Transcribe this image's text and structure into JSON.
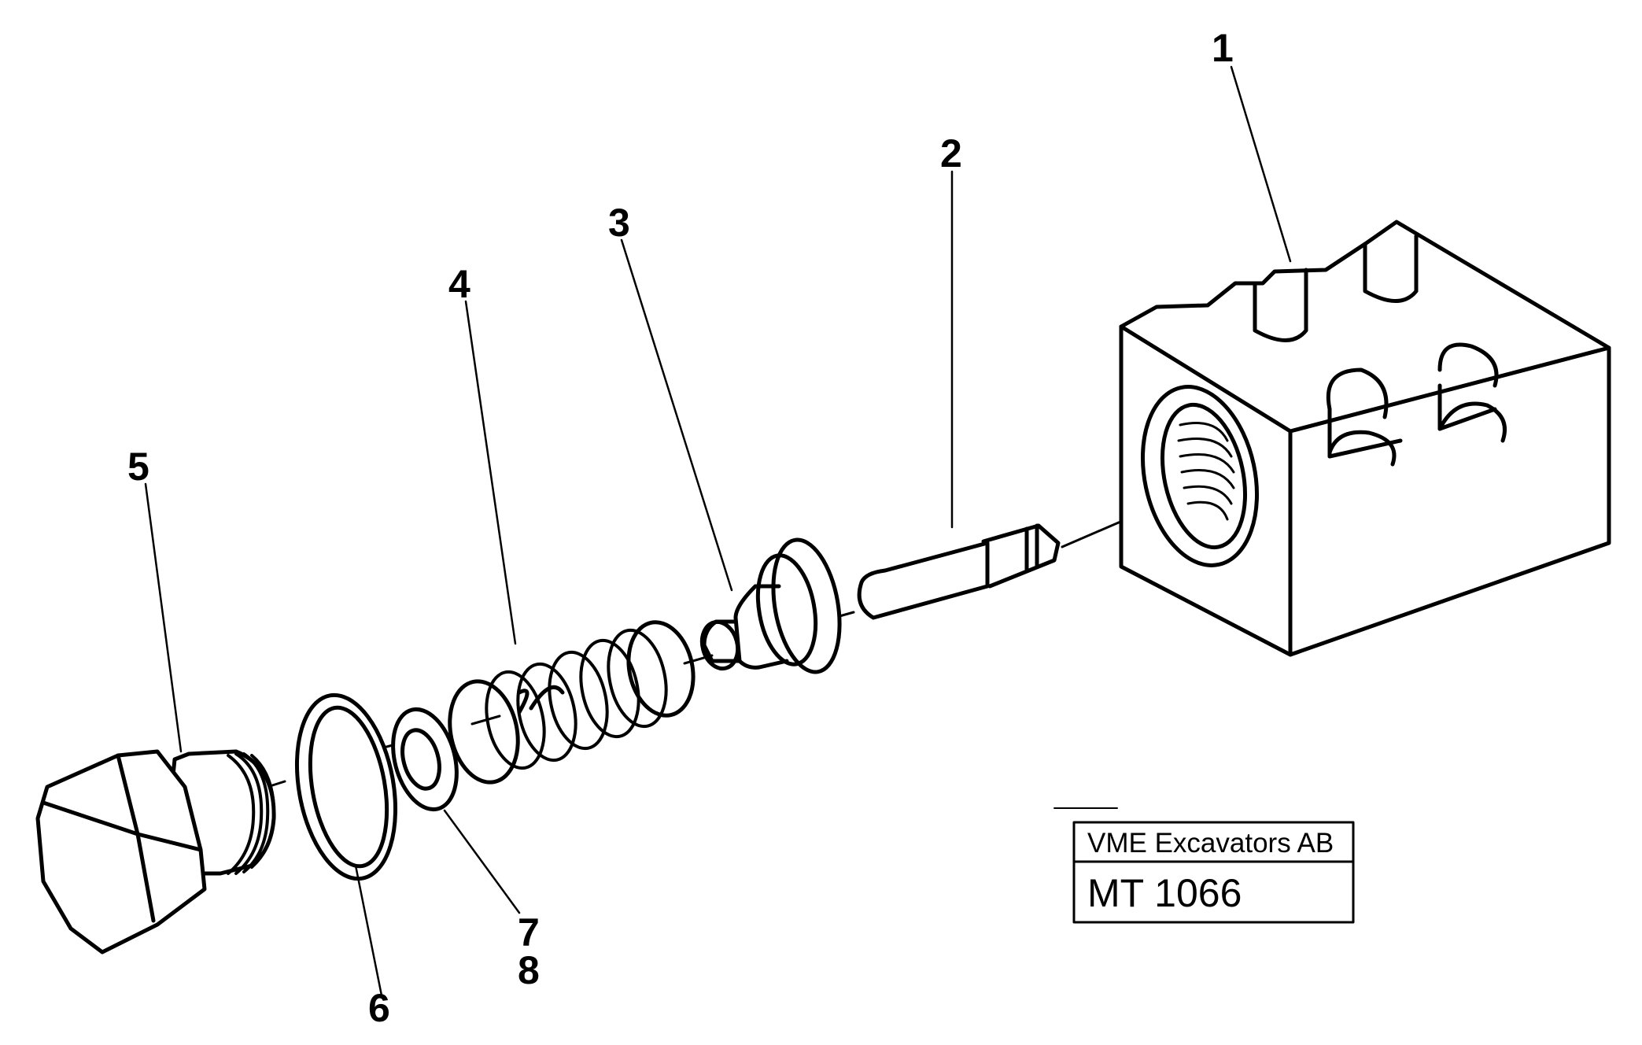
{
  "callouts": {
    "p1": "1",
    "p2": "2",
    "p3": "3",
    "p4": "4",
    "p5": "5",
    "p6": "6",
    "p7": "7",
    "p8": "8"
  },
  "title_block": {
    "company": "VME Excavators AB",
    "code": "MT 1066"
  }
}
